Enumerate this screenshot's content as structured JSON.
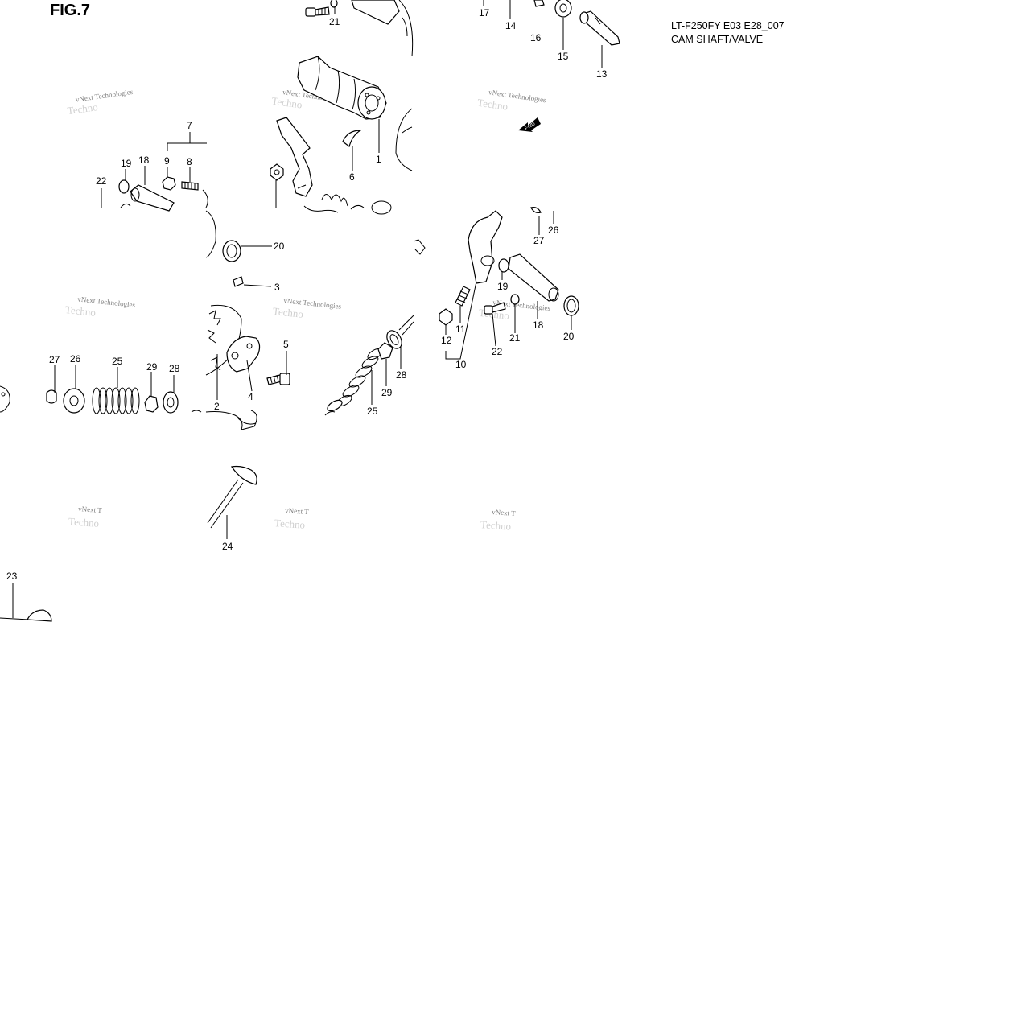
{
  "figure": {
    "label": "FIG.7",
    "model_code": "LT-F250FY E03 E28_007",
    "title": "CAM SHAFT/VALVE"
  },
  "watermark": {
    "text": "vNext Technologies",
    "text_short": "vNext T",
    "text_faded": "Techno"
  },
  "fwd_label": "FWD",
  "callouts": {
    "n1": "1",
    "n2": "2",
    "n3": "3",
    "n4": "4",
    "n5": "5",
    "n6": "6",
    "n7": "7",
    "n8": "8",
    "n9": "9",
    "n10": "10",
    "n11": "11",
    "n12": "12",
    "n13": "13",
    "n14": "14",
    "n15": "15",
    "n16": "16",
    "n17": "17",
    "n18": "18",
    "n19": "19",
    "n20": "20",
    "n21": "21",
    "n22": "22",
    "n23": "23",
    "n24": "24",
    "n25": "25",
    "n26": "26",
    "n27": "27",
    "n28": "28",
    "n29": "29"
  }
}
